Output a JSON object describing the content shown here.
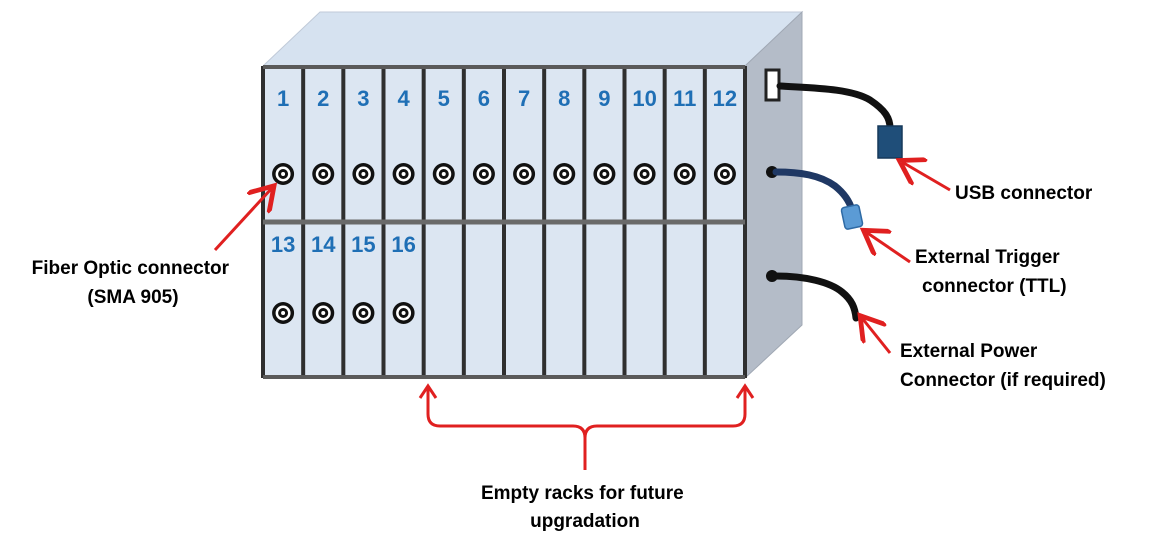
{
  "rack": {
    "top_row_slots": [
      "1",
      "2",
      "3",
      "4",
      "5",
      "6",
      "7",
      "8",
      "9",
      "10",
      "11",
      "12"
    ],
    "bottom_row_slots": [
      "13",
      "14",
      "15",
      "16"
    ],
    "empty_bottom_slot_count": 8
  },
  "labels": {
    "fiber_optic": [
      "Fiber Optic connector",
      "(SMA 905)"
    ],
    "usb": [
      "USB connector"
    ],
    "trigger": [
      "External Trigger",
      "connector (TTL)"
    ],
    "power": [
      "External Power",
      "Connector (if required)"
    ],
    "empty_racks": [
      "Empty racks for future",
      "upgradation"
    ]
  },
  "colors": {
    "panel": "#dce6f2",
    "top_face": "#d6e2f0",
    "side_face": "#b4bcc8",
    "frame": "#3a3a3a",
    "slot_number": "#1f6fb5",
    "arrow": "#e02020",
    "usb_plug": "#1f4e79",
    "trigger_plug": "#5b9bd5",
    "cable": "#111111",
    "trigger_cable": "#1f3864"
  }
}
